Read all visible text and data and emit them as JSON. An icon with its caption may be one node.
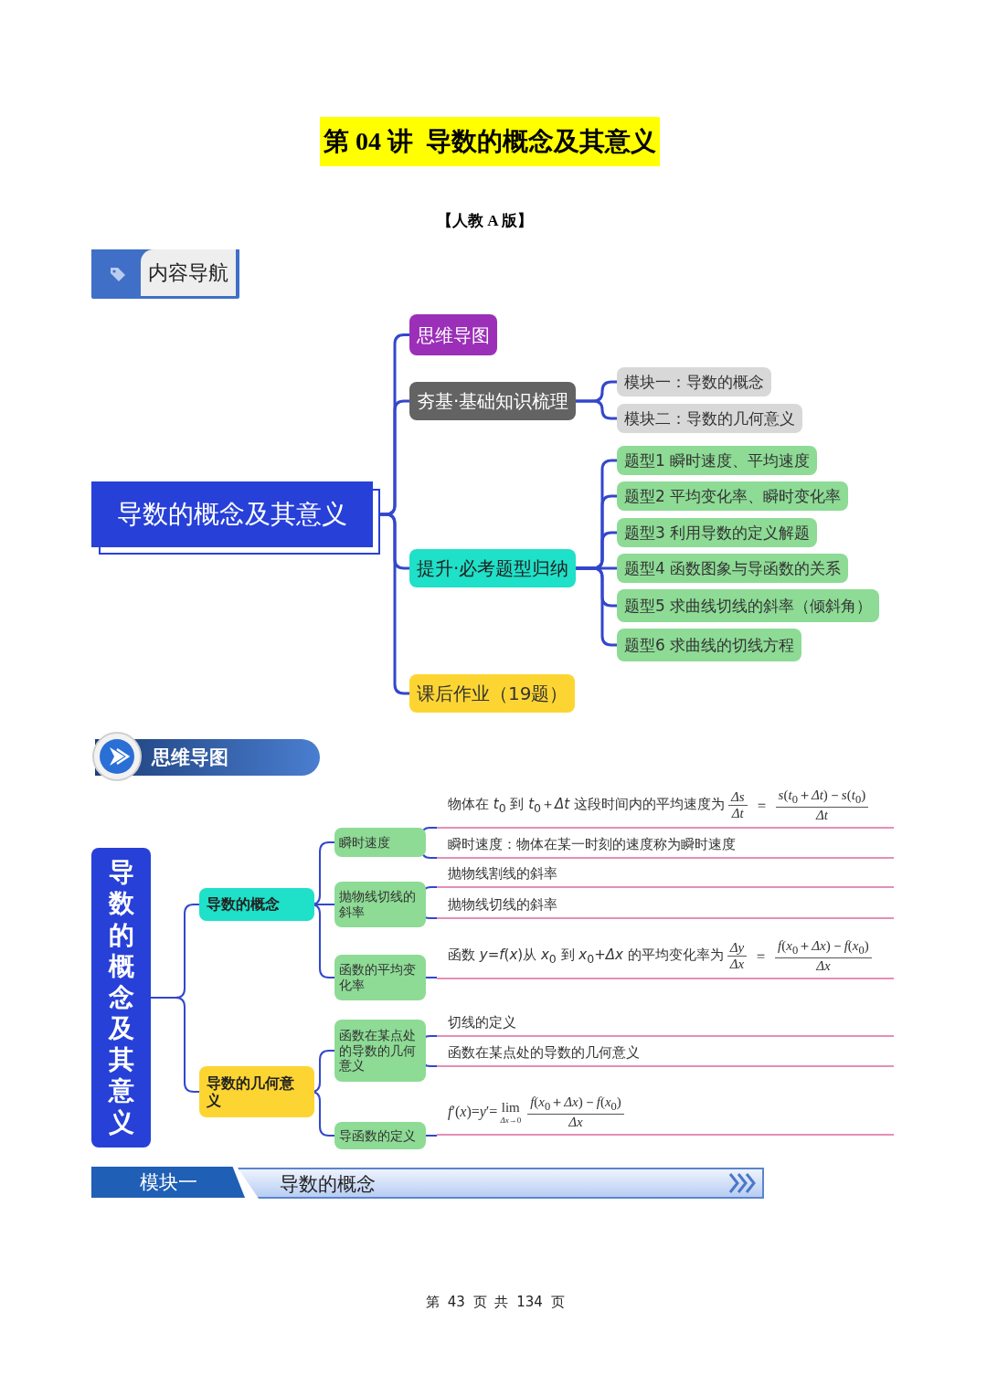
{
  "diagram": {
    "title": "第 04 讲  导数的概念及其意义",
    "nodes": [
      {
        "text": [
          "导数的概念及其意义"
        ]
      },
      {
        "text": [
          "思维导图"
        ]
      },
      {
        "text": [
          "夯基·基础知识梳理"
        ]
      },
      {
        "text": [
          "模块一：导数的概念"
        ]
      },
      {
        "text": [
          "模块二：导数的几何意义"
        ]
      },
      {
        "text": [
          "提升·必考题型归纳"
        ]
      },
      {
        "text": [
          "题型1 瞬时速度、平均速度"
        ]
      },
      {
        "text": [
          "题型2 平均变化率、瞬时变化率"
        ]
      },
      {
        "text": [
          "题型3 利用导数的定义解题"
        ]
      },
      {
        "text": [
          "题型4 函数图象与导函数的关系"
        ]
      },
      {
        "text": [
          "题型5 求曲线切线的斜率（倾斜角）"
        ]
      },
      {
        "text": [
          "题型6 求曲线的切线方程"
        ]
      },
      {
        "text": [
          "课后作业（19题）"
        ]
      },
      {
        "text": [
          "导数的概念及其意义"
        ]
      },
      {
        "text": [
          "导数的概念"
        ]
      },
      {
        "text": [
          "导数的几何意义"
        ]
      },
      {
        "text": [
          "瞬时速度"
        ]
      },
      {
        "text": [
          "抛物线切线的斜率"
        ]
      },
      {
        "text": [
          "函数的平均变化率"
        ]
      },
      {
        "text": [
          "函数在某点处的导数的几何意义"
        ]
      },
      {
        "text": [
          "导函数的定义"
        ]
      },
      {
        "text": [
          "物体在 *t*$_{0}$ 到 *t*$_{0}$＋*Δt* 这段时间内的平均速度为",
          "*Δs*",
          "*Δt*",
          "＝",
          "*s*(*t*$_{0}$＋*Δt*)－*s*(*t*$_{0}$)",
          "*Δt*"
        ]
      },
      {
        "text": [
          "瞬时速度：物体在某一时刻的速度称为瞬时速度"
        ]
      },
      {
        "text": [
          "抛物线割线的斜率"
        ]
      },
      {
        "text": [
          "抛物线切线的斜率"
        ]
      },
      {
        "text": [
          "函数 *y*=*f*(*x*)从 *x*$_{0}$ 到 *x*$_{0}$+*Δx* 的平均变化率为",
          "*Δy*",
          "*Δx*",
          "＝",
          "*f*(*x*$_{0}$＋*Δx*)－*f*(*x*$_{0}$)",
          "*Δx*"
        ]
      },
      {
        "text": [
          "切线的定义"
        ]
      },
      {
        "text": [
          "函数在某点处的导数的几何意义"
        ]
      },
      {
        "text": [
          "*f*′(*x*)=*y*′=",
          "lim",
          "*Δx*→0",
          "*f*(*x*$_{0}$＋*Δx*)－*f*(*x*$_{0}$)",
          "*Δx*"
        ]
      }
    ],
    "edges": [
      {
        "from": 0,
        "to": 1,
        "arrow": "none"
      },
      {
        "from": 0,
        "to": 2,
        "arrow": "none"
      },
      {
        "from": 0,
        "to": 5,
        "arrow": "none"
      },
      {
        "from": 0,
        "to": 12,
        "arrow": "none"
      },
      {
        "from": 2,
        "to": 3,
        "arrow": "none"
      },
      {
        "from": 2,
        "to": 4,
        "arrow": "none"
      },
      {
        "from": 5,
        "to": 6,
        "arrow": "none"
      },
      {
        "from": 5,
        "to": 7,
        "arrow": "none"
      },
      {
        "from": 5,
        "to": 8,
        "arrow": "none"
      },
      {
        "from": 5,
        "to": 9,
        "arrow": "none"
      },
      {
        "from": 5,
        "to": 10,
        "arrow": "none"
      },
      {
        "from": 5,
        "to": 11,
        "arrow": "none"
      },
      {
        "from": 13,
        "to": 14,
        "arrow": "none"
      },
      {
        "from": 13,
        "to": 15,
        "arrow": "none"
      },
      {
        "from": 14,
        "to": 16,
        "arrow": "none"
      },
      {
        "from": 14,
        "to": 17,
        "arrow": "none"
      },
      {
        "from": 14,
        "to": 18,
        "arrow": "none"
      },
      {
        "from": 15,
        "to": 19,
        "arrow": "none"
      },
      {
        "from": 15,
        "to": 20,
        "arrow": "none"
      },
      {
        "from": 16,
        "to": 21,
        "arrow": "none"
      },
      {
        "from": 16,
        "to": 22,
        "arrow": "none"
      },
      {
        "from": 17,
        "to": 23,
        "arrow": "none"
      },
      {
        "from": 17,
        "to": 24,
        "arrow": "none"
      },
      {
        "from": 18,
        "to": 25,
        "arrow": "none"
      },
      {
        "from": 19,
        "to": 26,
        "arrow": "none"
      },
      {
        "from": 19,
        "to": 27,
        "arrow": "none"
      },
      {
        "from": 20,
        "to": 28,
        "arrow": "none"
      }
    ],
    "labels": [
      "【人教 A 版】",
      "内容导航",
      "思维导图",
      "模块一",
      "导数的概念",
      "第 43 页 共 134 页"
    ]
  }
}
